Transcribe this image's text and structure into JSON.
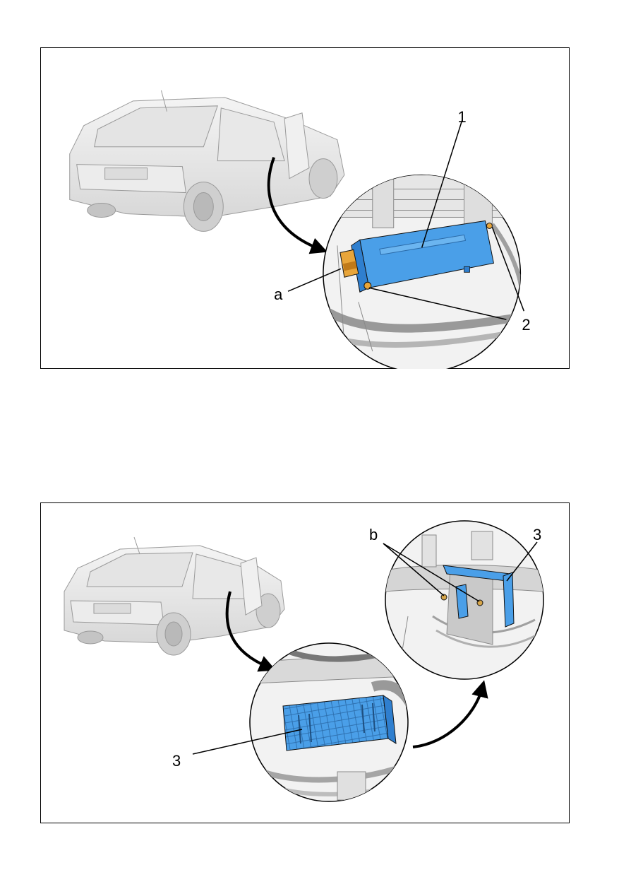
{
  "figure1": {
    "callouts": {
      "c1": "1",
      "c2": "2",
      "ca": "a"
    },
    "colors": {
      "module": "#4a9fe8",
      "connector": "#e8a53a",
      "outline": "#111111"
    }
  },
  "figure2": {
    "callouts": {
      "c3_main": "3",
      "c3_detail": "3",
      "cb": "b"
    },
    "colors": {
      "bracket": "#4a9fe8",
      "nut": "#d7a64a",
      "outline": "#111111"
    }
  }
}
